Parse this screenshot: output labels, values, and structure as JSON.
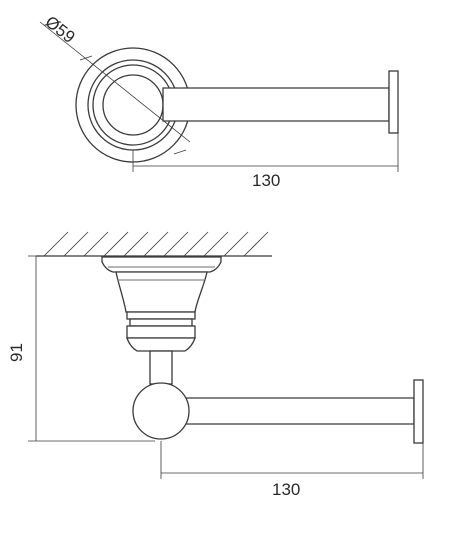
{
  "top_view": {
    "diameter_label": "Ø59",
    "length_label": "130"
  },
  "side_view": {
    "height_label": "91",
    "length_label": "130"
  }
}
